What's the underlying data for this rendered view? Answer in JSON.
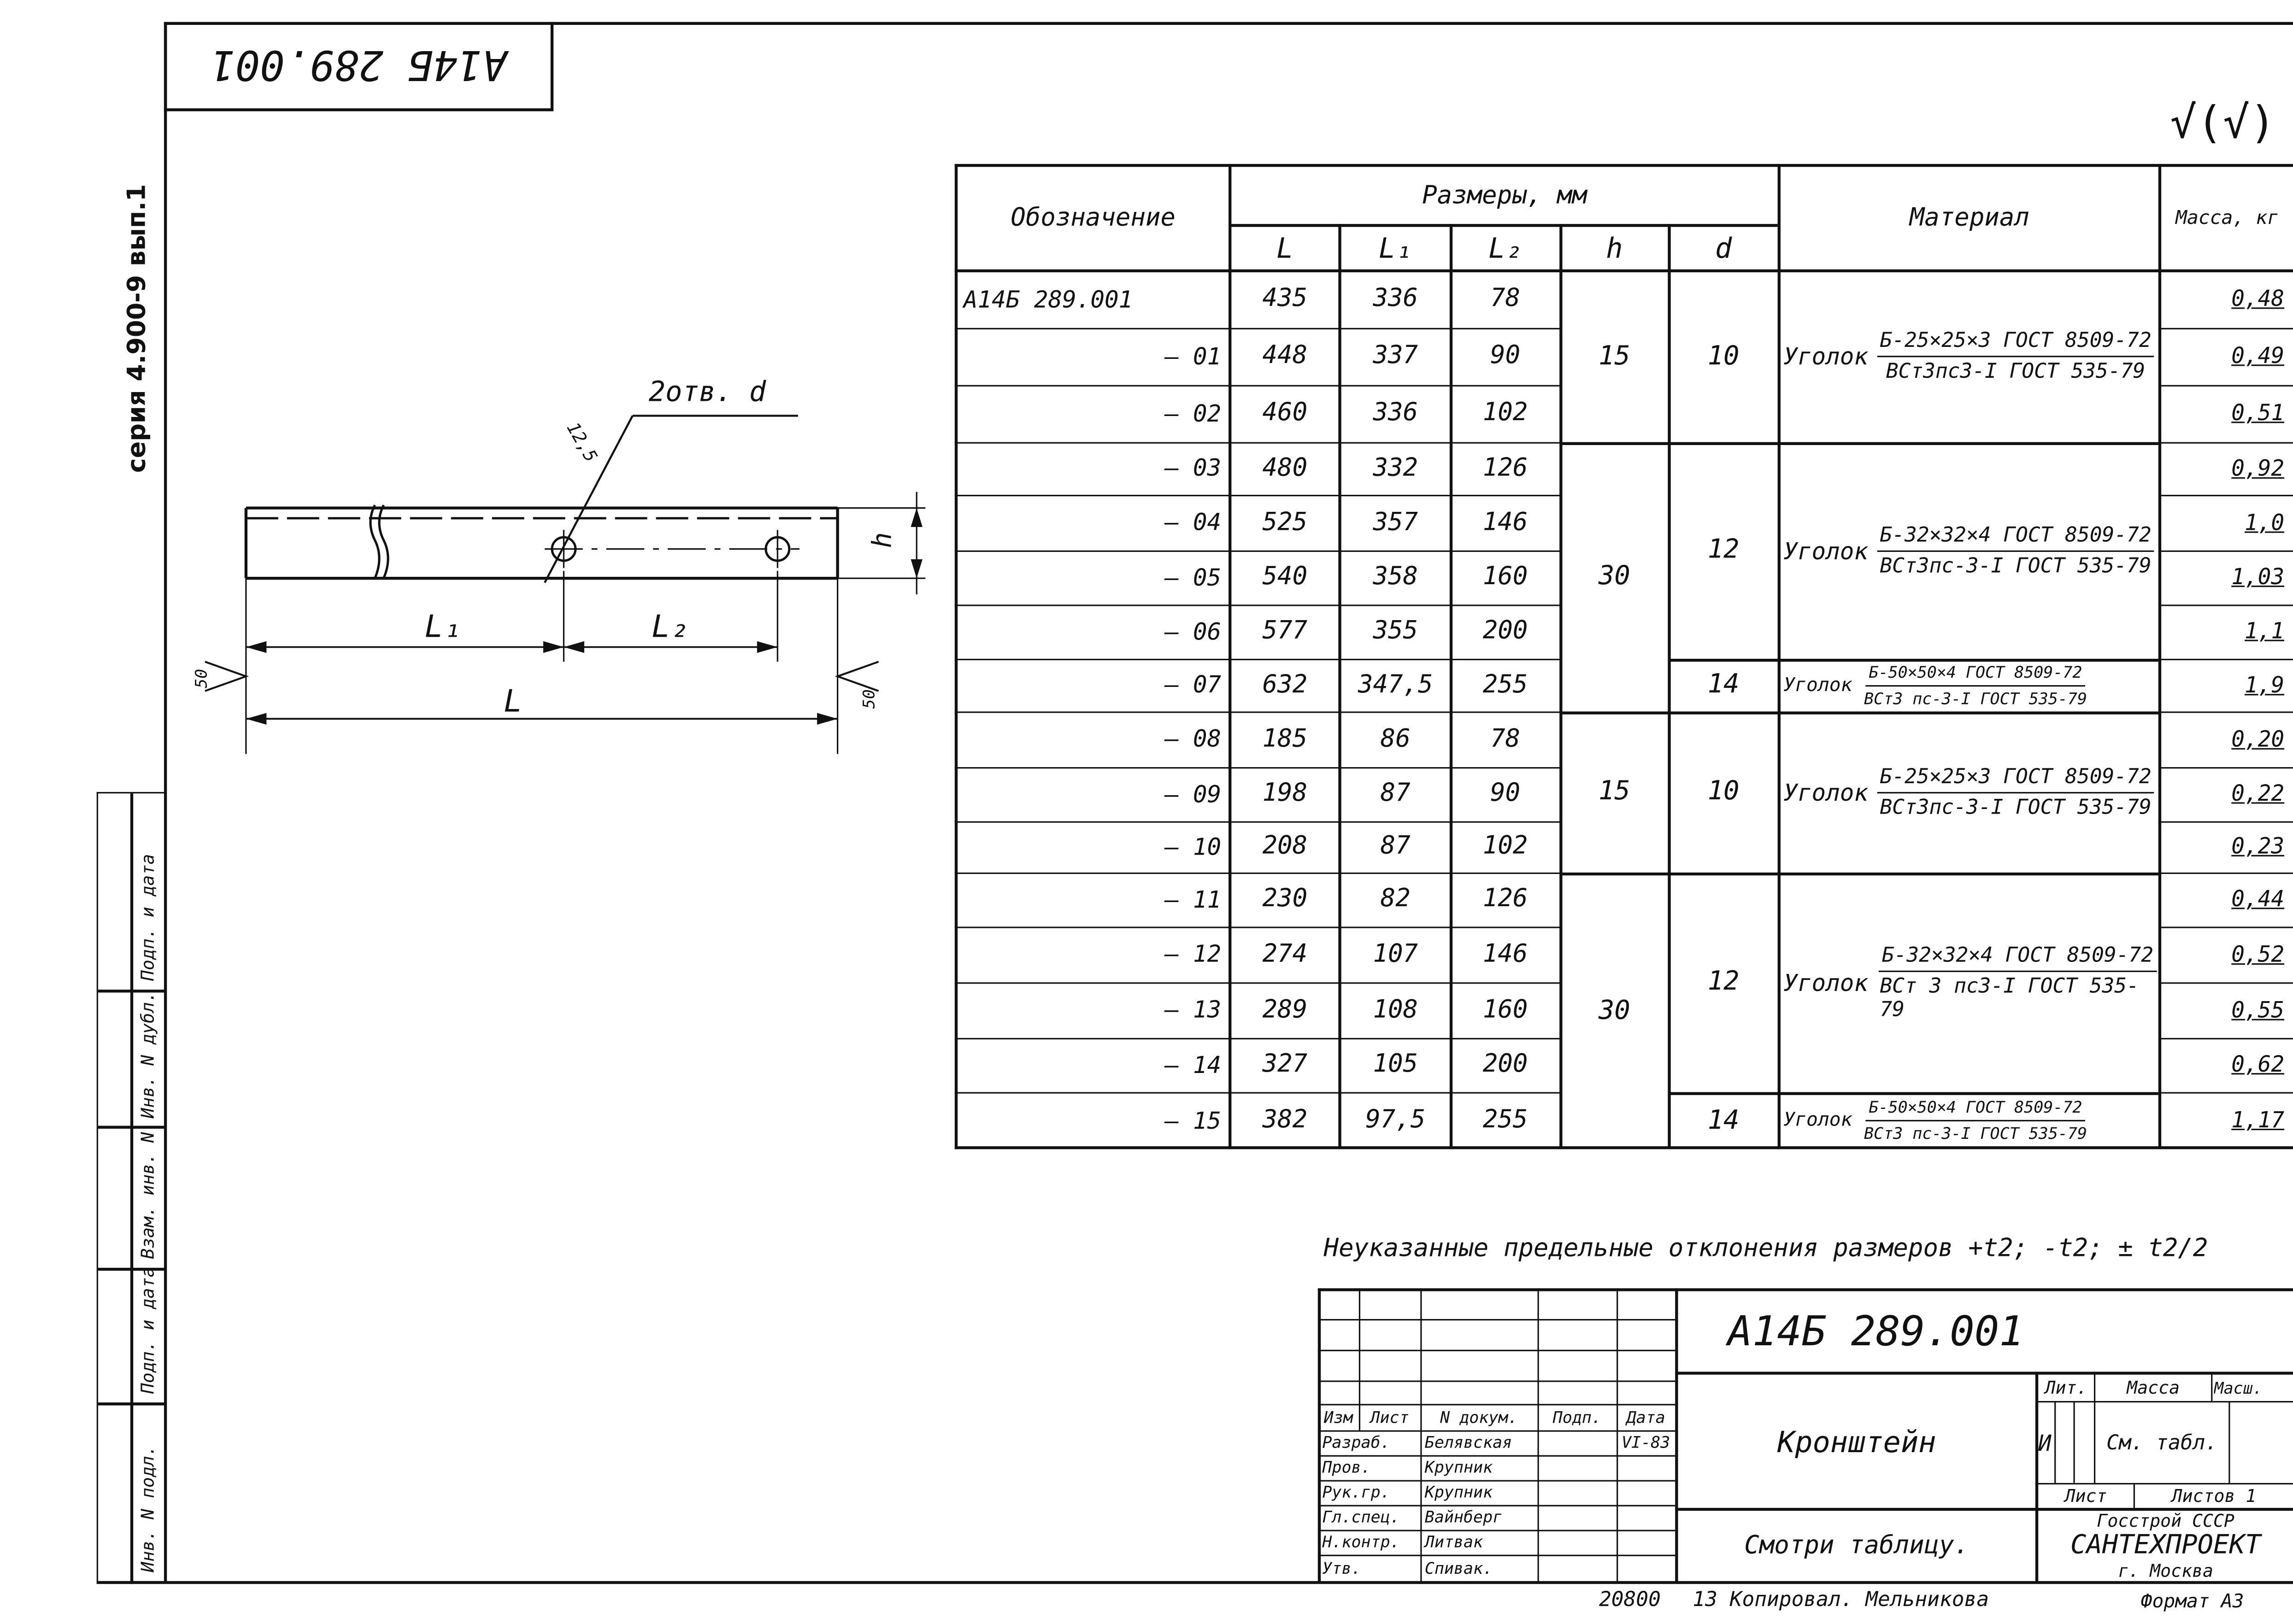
{
  "corner_stamp": {
    "code_mirrored": "А14Б 289.001"
  },
  "series_label": "серия 4.900-9 вып.1",
  "roughness_mark": "√(√)",
  "left_strip": {
    "labels": [
      "Подп. и дата",
      "Инв. N дубл.",
      "Взам. инв. N",
      "Подп. и дата",
      "Инв. N подл."
    ]
  },
  "drawing": {
    "holes_note": "2отв. d",
    "dim_12_5": "12,5",
    "dim_h": "h",
    "dim_L1": "L₁",
    "dim_L2": "L₂",
    "dim_L": "L",
    "weld_left": "50",
    "weld_right": "50"
  },
  "table": {
    "headers": {
      "designation": "Обозначение",
      "sizes": "Размеры, мм",
      "L": "L",
      "L1": "L₁",
      "L2": "L₂",
      "h": "h",
      "d": "d",
      "material": "Материал",
      "mass": "Масса, кг"
    },
    "rows": [
      {
        "des": "А14Б 289.001",
        "L": "435",
        "L1": "336",
        "L2": "78",
        "mass": "0,48"
      },
      {
        "des": "— 01",
        "L": "448",
        "L1": "337",
        "L2": "90",
        "mass": "0,49"
      },
      {
        "des": "— 02",
        "L": "460",
        "L1": "336",
        "L2": "102",
        "mass": "0,51"
      },
      {
        "des": "— 03",
        "L": "480",
        "L1": "332",
        "L2": "126",
        "mass": "0,92"
      },
      {
        "des": "— 04",
        "L": "525",
        "L1": "357",
        "L2": "146",
        "mass": "1,0"
      },
      {
        "des": "— 05",
        "L": "540",
        "L1": "358",
        "L2": "160",
        "mass": "1,03"
      },
      {
        "des": "— 06",
        "L": "577",
        "L1": "355",
        "L2": "200",
        "mass": "1,1"
      },
      {
        "des": "— 07",
        "L": "632",
        "L1": "347,5",
        "L2": "255",
        "mass": "1,9"
      },
      {
        "des": "— 08",
        "L": "185",
        "L1": "86",
        "L2": "78",
        "mass": "0,20"
      },
      {
        "des": "— 09",
        "L": "198",
        "L1": "87",
        "L2": "90",
        "mass": "0,22"
      },
      {
        "des": "— 10",
        "L": "208",
        "L1": "87",
        "L2": "102",
        "mass": "0,23"
      },
      {
        "des": "— 11",
        "L": "230",
        "L1": "82",
        "L2": "126",
        "mass": "0,44"
      },
      {
        "des": "— 12",
        "L": "274",
        "L1": "107",
        "L2": "146",
        "mass": "0,52"
      },
      {
        "des": "— 13",
        "L": "289",
        "L1": "108",
        "L2": "160",
        "mass": "0,55"
      },
      {
        "des": "— 14",
        "L": "327",
        "L1": "105",
        "L2": "200",
        "mass": "0,62"
      },
      {
        "des": "— 15",
        "L": "382",
        "L1": "97,5",
        "L2": "255",
        "mass": "1,17"
      }
    ],
    "h_groups": [
      "15",
      "30",
      "15",
      "30"
    ],
    "d_groups": [
      "10",
      "12",
      "14",
      "10",
      "12",
      "14"
    ],
    "materials": [
      {
        "prefix": "Уголок",
        "num": "Б-25×25×3 ГОСТ 8509-72",
        "den": "ВСт3пс3-I ГОСТ 535-79"
      },
      {
        "prefix": "Уголок",
        "num": "Б-32×32×4 ГОСТ 8509-72",
        "den": "ВСт3пс-3-I ГОСТ 535-79"
      },
      {
        "prefix": "Уголок",
        "num": "Б-50×50×4 ГОСТ 8509-72",
        "den": "ВСт3 пс-3-I ГОСТ 535-79"
      },
      {
        "prefix": "Уголок",
        "num": "Б-25×25×3 ГОСТ 8509-72",
        "den": "ВСт3пс-3-I ГОСТ 535-79"
      },
      {
        "prefix": "Уголок",
        "num": "Б-32×32×4 ГОСТ 8509-72",
        "den": "ВСт 3 пс3-I ГОСТ 535-79"
      },
      {
        "prefix": "Уголок",
        "num": "Б-50×50×4 ГОСТ 8509-72",
        "den": "ВСт3 пс-3-I ГОСТ 535-79"
      }
    ]
  },
  "tolerance_note": "Неуказанные предельные отклонения размеров +t2; -t2; ± t2/2",
  "title_block": {
    "doc_code": "А14Б 289.001",
    "part_name": "Кронштейн",
    "see_table": "Смотри таблицу.",
    "hdr": {
      "izm": "Изм",
      "list": "Лист",
      "ndok": "N докум.",
      "podp": "Подп.",
      "data": "Дата"
    },
    "people": [
      {
        "role": "Разраб.",
        "name": "Белявская",
        "date": "VI-83"
      },
      {
        "role": "Пров.",
        "name": "Крупник",
        "date": ""
      },
      {
        "role": "Рук.гр.",
        "name": "Крупник",
        "date": ""
      },
      {
        "role": "Гл.спец.",
        "name": "Вайнберг",
        "date": ""
      },
      {
        "role": "Н.контр.",
        "name": "Литвак",
        "date": ""
      },
      {
        "role": "Утв.",
        "name": "Спивак.",
        "date": ""
      }
    ],
    "lit_label": "Лит.",
    "mass_label": "Масса",
    "scale_label": "Масш.",
    "lit_value": "И",
    "mass_value": "См. табл.",
    "sheet_label": "Лист",
    "sheets_label": "Листов 1",
    "org1": "Госстрой СССР",
    "org2": "САНТЕХПРОЕКТ",
    "org3": "г. Москва"
  },
  "footer": {
    "num": "20800",
    "copy": "13 Копировал. Мельникова",
    "format": "Формат А3"
  }
}
